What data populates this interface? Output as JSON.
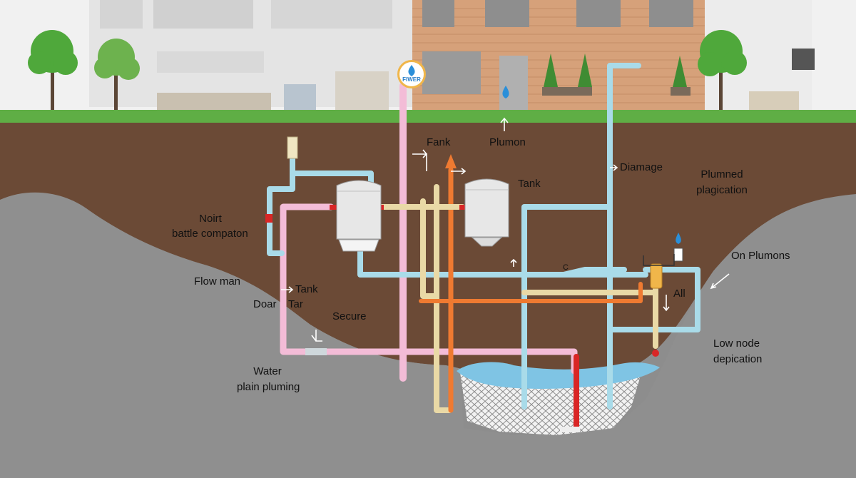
{
  "labels": {
    "fiwer": "FIWER",
    "fank": "Fank",
    "plumon": "Plumon",
    "tank_right": "Tank",
    "diamage": "Diamage",
    "plumned": "Plumned",
    "plagication": "plagication",
    "noirt": "Noirt",
    "battle_compaton": "battle compaton",
    "flow_man": "Flow man",
    "tank_left": "Tank",
    "doar": "Doar",
    "tar": "Tar",
    "secure": "Secure",
    "water": "Water",
    "plain_pluming": "plain pluming",
    "c_mark": "C",
    "on_plumons": "On Plumons",
    "all": "All",
    "low_node": "Low node",
    "depication": "depication"
  },
  "colors": {
    "soil": "#6b4a36",
    "rock": "#8f8f8f",
    "grass": "#5fae45",
    "pipe_blue": "#a9dbe9",
    "pipe_pink": "#f3bcd7",
    "pipe_orange": "#ef7a31",
    "pipe_beige": "#e9d9a6",
    "pipe_red": "#d92626",
    "water": "#7fc4e4",
    "brick": "#d6a17a"
  },
  "icons": [
    "water-drop-icon",
    "tree-icon",
    "storage-tank-icon",
    "valve-icon",
    "arrow-icon"
  ]
}
